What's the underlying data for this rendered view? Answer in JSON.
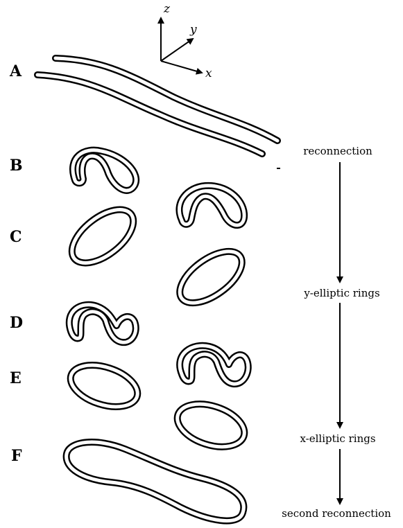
{
  "axes": {
    "z": "z",
    "y": "y",
    "x": "x"
  },
  "row_labels": [
    "A",
    "B",
    "C",
    "D",
    "E",
    "F"
  ],
  "stages": [
    "reconnection",
    "y-elliptic rings",
    "x-elliptic rings",
    "second reconnection"
  ]
}
